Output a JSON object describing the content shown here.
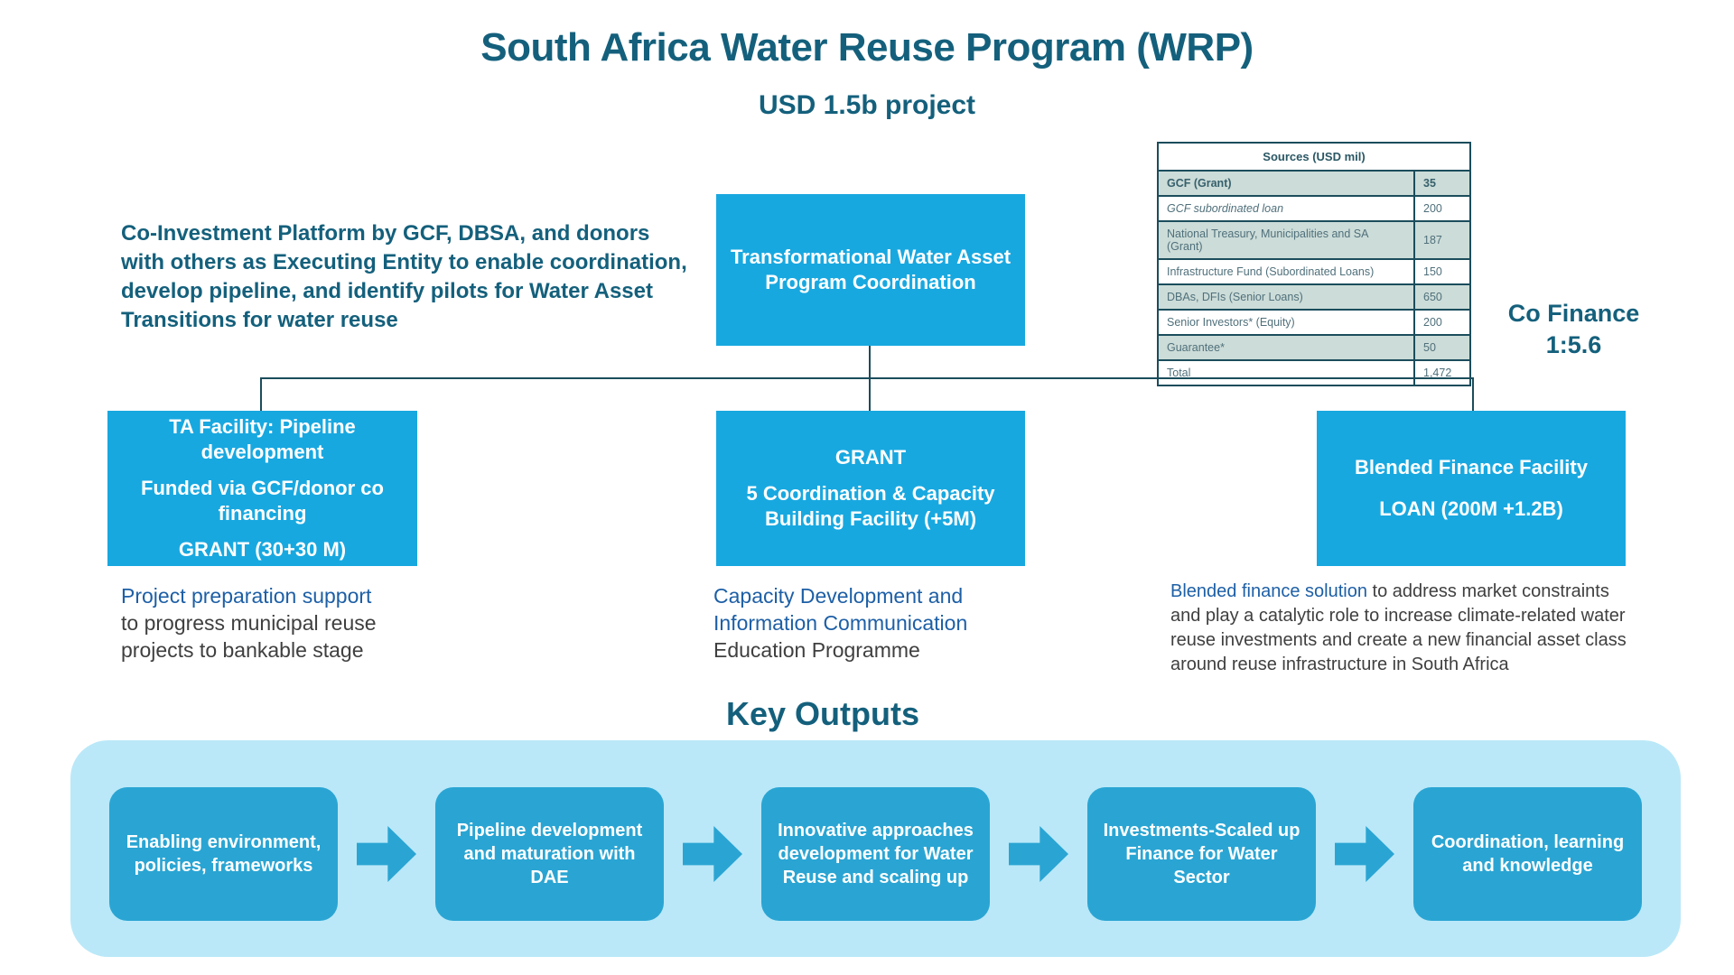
{
  "header": {
    "title": "South Africa Water Reuse Program (WRP)",
    "subtitle": "USD 1.5b project"
  },
  "intro_text": "Co-Investment Platform by GCF, DBSA, and donors with others as Executing Entity to enable coordination, develop pipeline, and identify pilots for Water Asset Transitions for water reuse",
  "coordination_box": {
    "line1": "Transformational Water Asset",
    "line2": "Program Coordination"
  },
  "sources_table": {
    "header": "Sources (USD mil)",
    "rows": [
      {
        "label": "GCF (Grant)",
        "value": "35"
      },
      {
        "label": "GCF subordinated loan",
        "value": "200"
      },
      {
        "label": "National Treasury, Municipalities and SA (Grant)",
        "value": "187"
      },
      {
        "label": "Infrastructure Fund (Subordinated Loans)",
        "value": "150"
      },
      {
        "label": "DBAs, DFIs (Senior Loans)",
        "value": "650"
      },
      {
        "label": "Senior Investors* (Equity)",
        "value": "200"
      },
      {
        "label": "Guarantee*",
        "value": "50"
      },
      {
        "label": "Total",
        "value": "1,472"
      }
    ]
  },
  "co_finance": {
    "line1": "Co Finance",
    "line2": "1:5.6"
  },
  "facilities": {
    "left": {
      "line1": "TA Facility: Pipeline development",
      "line2": "Funded via GCF/donor co financing",
      "line3": "GRANT (30+30 M)"
    },
    "mid": {
      "line1": "GRANT",
      "line2": "5 Coordination & Capacity Building Facility (+5M)"
    },
    "right": {
      "line1": "Blended Finance Facility",
      "line2": "LOAN (200M +1.2B)"
    }
  },
  "captions": {
    "left": {
      "highlight": "Project preparation support",
      "rest": " to progress municipal reuse projects to bankable stage"
    },
    "mid": {
      "highlight": "Capacity Development and Information Communication",
      "rest": " Education Programme"
    },
    "right": {
      "highlight": "Blended finance solution",
      "rest": " to address market constraints and play a catalytic role to increase climate-related water reuse investments and create a new financial asset class around reuse infrastructure in South Africa"
    }
  },
  "key_outputs": {
    "title": "Key Outputs",
    "items": [
      "Enabling environment, policies, frameworks",
      "Pipeline development and maturation with DAE",
      "Innovative approaches development for Water Reuse and scaling up",
      "Investments-Scaled up Finance for Water Sector",
      "Coordination, learning and knowledge"
    ]
  },
  "colors": {
    "heading_teal": "#14607c",
    "program_box_blue": "#18a8e0",
    "output_box_blue": "#2aa5d3",
    "band_light_blue": "#bae8f8",
    "connector": "#1b4d5c",
    "table_shaded_row": "#ccdcd8",
    "caption_highlight_blue": "#1d5fa6",
    "caption_gray": "#3f3f3f"
  }
}
